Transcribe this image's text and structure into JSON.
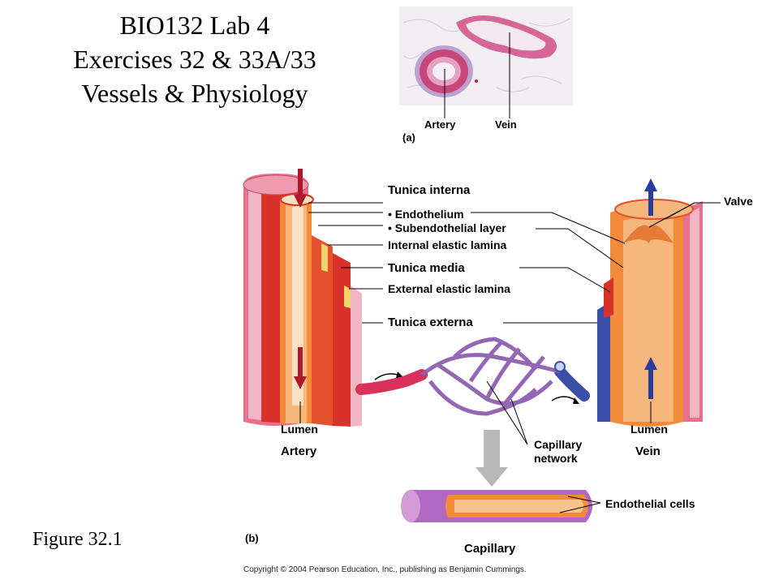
{
  "title": {
    "line1": "BIO132 Lab 4",
    "line2": "Exercises 32 & 33A/33",
    "line3": "Vessels & Physiology"
  },
  "figure_label": "Figure 32.1",
  "panel_a": {
    "tag": "(a)",
    "artery_label": "Artery",
    "vein_label": "Vein"
  },
  "panel_b": {
    "tag": "(b)",
    "labels": {
      "tunica_interna": "Tunica interna",
      "endothelium": "• Endothelium",
      "subendothelial": "• Subendothelial layer",
      "internal_elastic": "Internal elastic lamina",
      "tunica_media": "Tunica media",
      "external_elastic": "External elastic lamina",
      "tunica_externa": "Tunica externa",
      "valve": "Valve",
      "lumen_artery": "Lumen",
      "lumen_vein": "Lumen",
      "artery": "Artery",
      "vein": "Vein",
      "capillary_network": "Capillary\nnetwork",
      "endothelial_cells": "Endothelial cells",
      "capillary": "Capillary"
    }
  },
  "copyright": "Copyright © 2004 Pearson Education, Inc., publishing as Benjamin Cummings."
}
